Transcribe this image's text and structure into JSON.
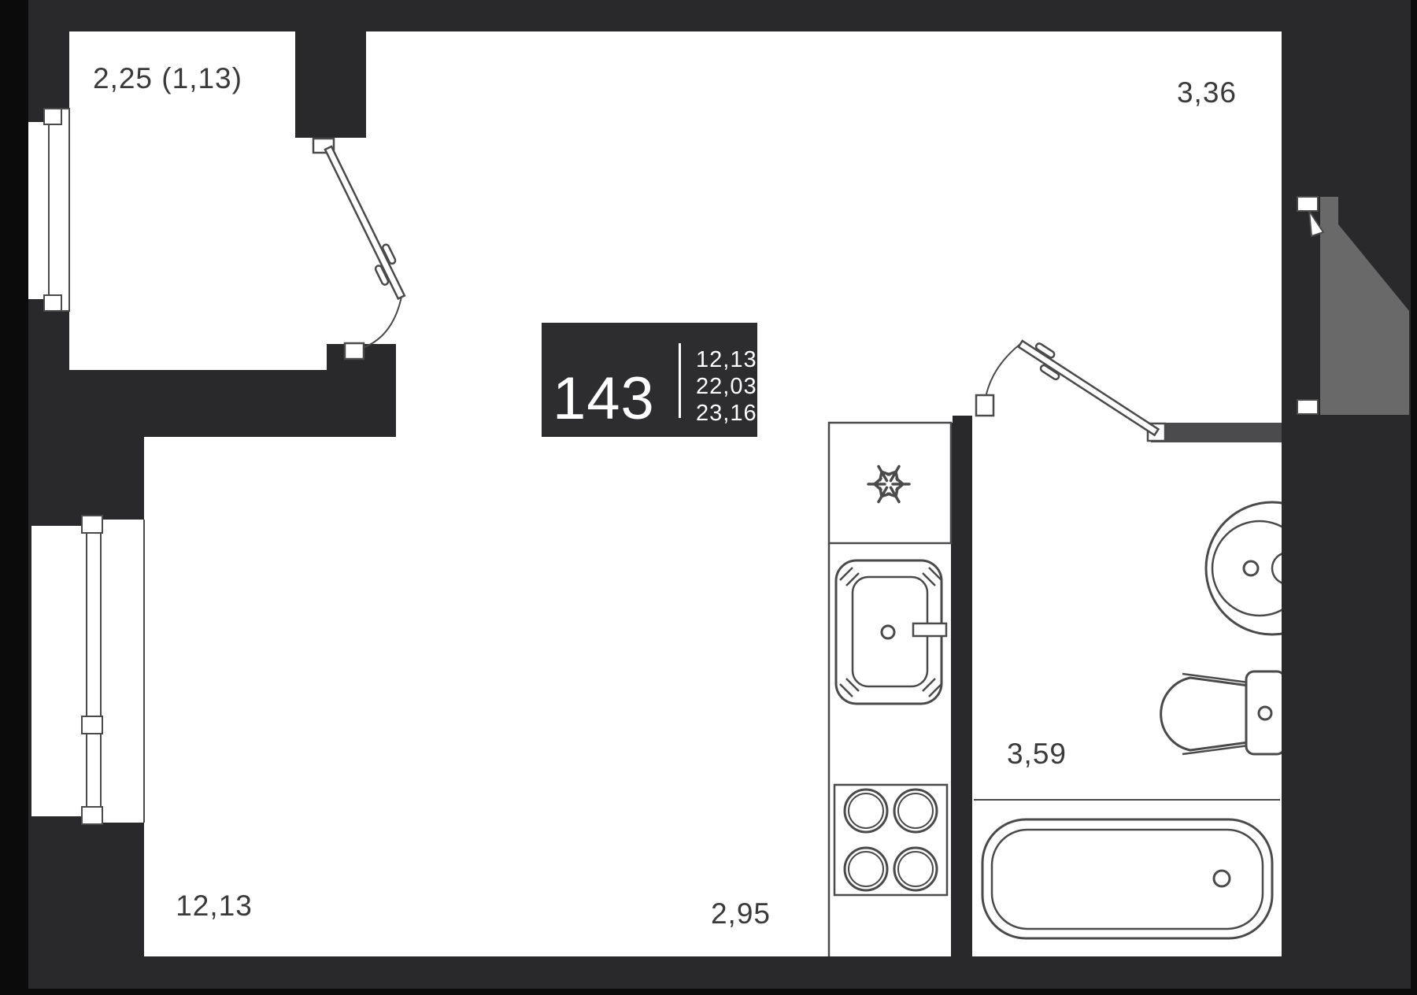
{
  "unit_card": {
    "number": "143",
    "area_values": [
      "12,13",
      "22,03",
      "23,16"
    ]
  },
  "dimensions": {
    "balcony": "2,25 (1,13)",
    "top_room": "3,36",
    "living_room": "12,13",
    "kitchen": "2,95",
    "bathroom": "3,59"
  },
  "icons": {
    "fridge": "snowflake-icon"
  },
  "colors": {
    "wall": "#29292b",
    "outer": "#0b0b0b",
    "floor": "#ffffff",
    "exterior_block": "#696969",
    "bath_wall": "#4b4b4d",
    "fixture_line": "#4a4a4a",
    "label_text": "#3a3a3a",
    "card_bg": "#2d2d2f",
    "card_text": "#ffffff"
  }
}
